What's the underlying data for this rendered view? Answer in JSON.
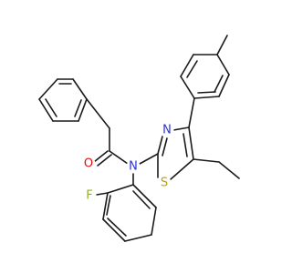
{
  "molecule": {
    "colors": {
      "bond": "#1a1a1a",
      "carbon": "#1a1a1a",
      "nitrogen": "#2a33d6",
      "oxygen": "#e01010",
      "sulfur": "#b8a400",
      "fluorine": "#8fb31f"
    },
    "labels": {
      "oxygen": "O",
      "amide_nitrogen": "N",
      "thiazole_nitrogen": "N",
      "sulfur": "S",
      "fluorine": "F"
    }
  }
}
